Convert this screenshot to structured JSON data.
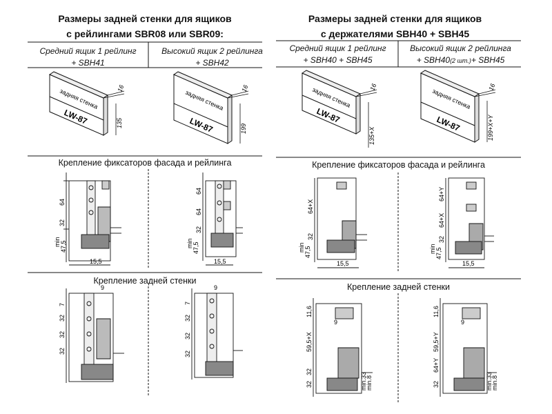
{
  "left": {
    "title_line1": "Размеры задней стенки для ящиков",
    "title_line2": "с рейлингами SBR08 или SBR09:",
    "col1_line1": "Средний ящик 1 рейлинг",
    "col1_line2": "+ SBH41",
    "col2_line1": "Высокий ящик 2 рейлинга",
    "col2_line2": "+ SBH42",
    "panel_text": "задняя стенка",
    "panel_len": "LW-87",
    "dim_thickness": "16",
    "dim_h1": "135",
    "dim_h2": "199",
    "section_mount": "Крепление фиксаторов фасада и рейлинга",
    "section_back": "Крепление задней стенки"
  },
  "right": {
    "title_line1": "Размеры задней стенки для ящиков",
    "title_line2": "с держателями SBH40 + SBH45",
    "col1_line1": "Средний ящик 1 рейлинг",
    "col1_line2": "+ SBH40 + SBH45",
    "col2_line1": "Высокий ящик 2 рейлинга",
    "col2_line2a": "+ SBH40",
    "col2_line2b": "(2 шт.)",
    "col2_line2c": "+ SBH45",
    "panel_text": "задняя стенка",
    "panel_len": "LW-87",
    "dim_thickness": "16",
    "dim_h1": "135+X",
    "dim_h2": "199+X+Y",
    "section_mount": "Крепление фиксаторов фасада и рейлинга",
    "section_back": "Крепление задней стенки"
  },
  "dims": {
    "d64": "64",
    "d32": "32",
    "min": "min",
    "d475": "47,5",
    "d155": "15,5",
    "d9": "9",
    "d7": "7",
    "d64x": "64+X",
    "d64y": "64+Y",
    "d116": "11,6",
    "d595x": "59,5+X",
    "d595y": "59,5+Y",
    "min33": "min.33",
    "min8": "min.8"
  }
}
